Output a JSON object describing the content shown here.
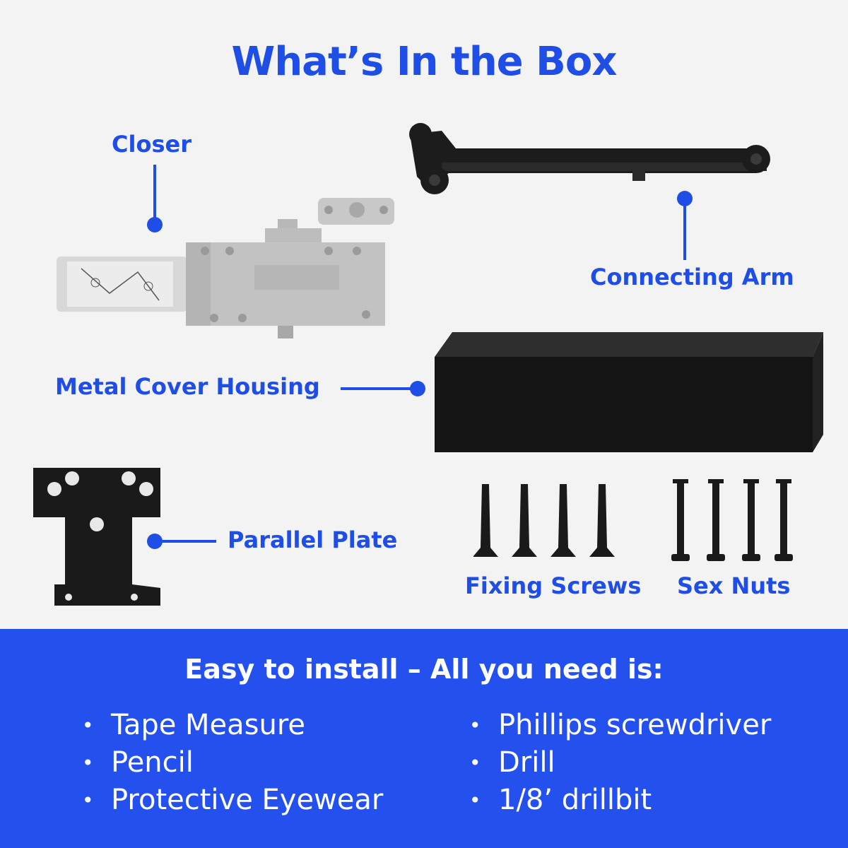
{
  "title": "What’s In the Box",
  "labels": {
    "closer": "Closer",
    "connecting_arm": "Connecting Arm",
    "metal_cover": "Metal Cover Housing",
    "parallel_plate": "Parallel Plate",
    "fixing_screws": "Fixing Screws",
    "sex_nuts": "Sex Nuts"
  },
  "install": {
    "heading": "Easy to install – All you need is:",
    "left_items": [
      "Tape Measure",
      "Pencil",
      "Protective Eyewear"
    ],
    "right_items": [
      "Phillips screwdriver",
      "Drill",
      "1/8’ drillbit"
    ]
  },
  "colors": {
    "accent": "#1f4ee6",
    "banner": "#2451ee",
    "background": "#f3f3f3"
  }
}
